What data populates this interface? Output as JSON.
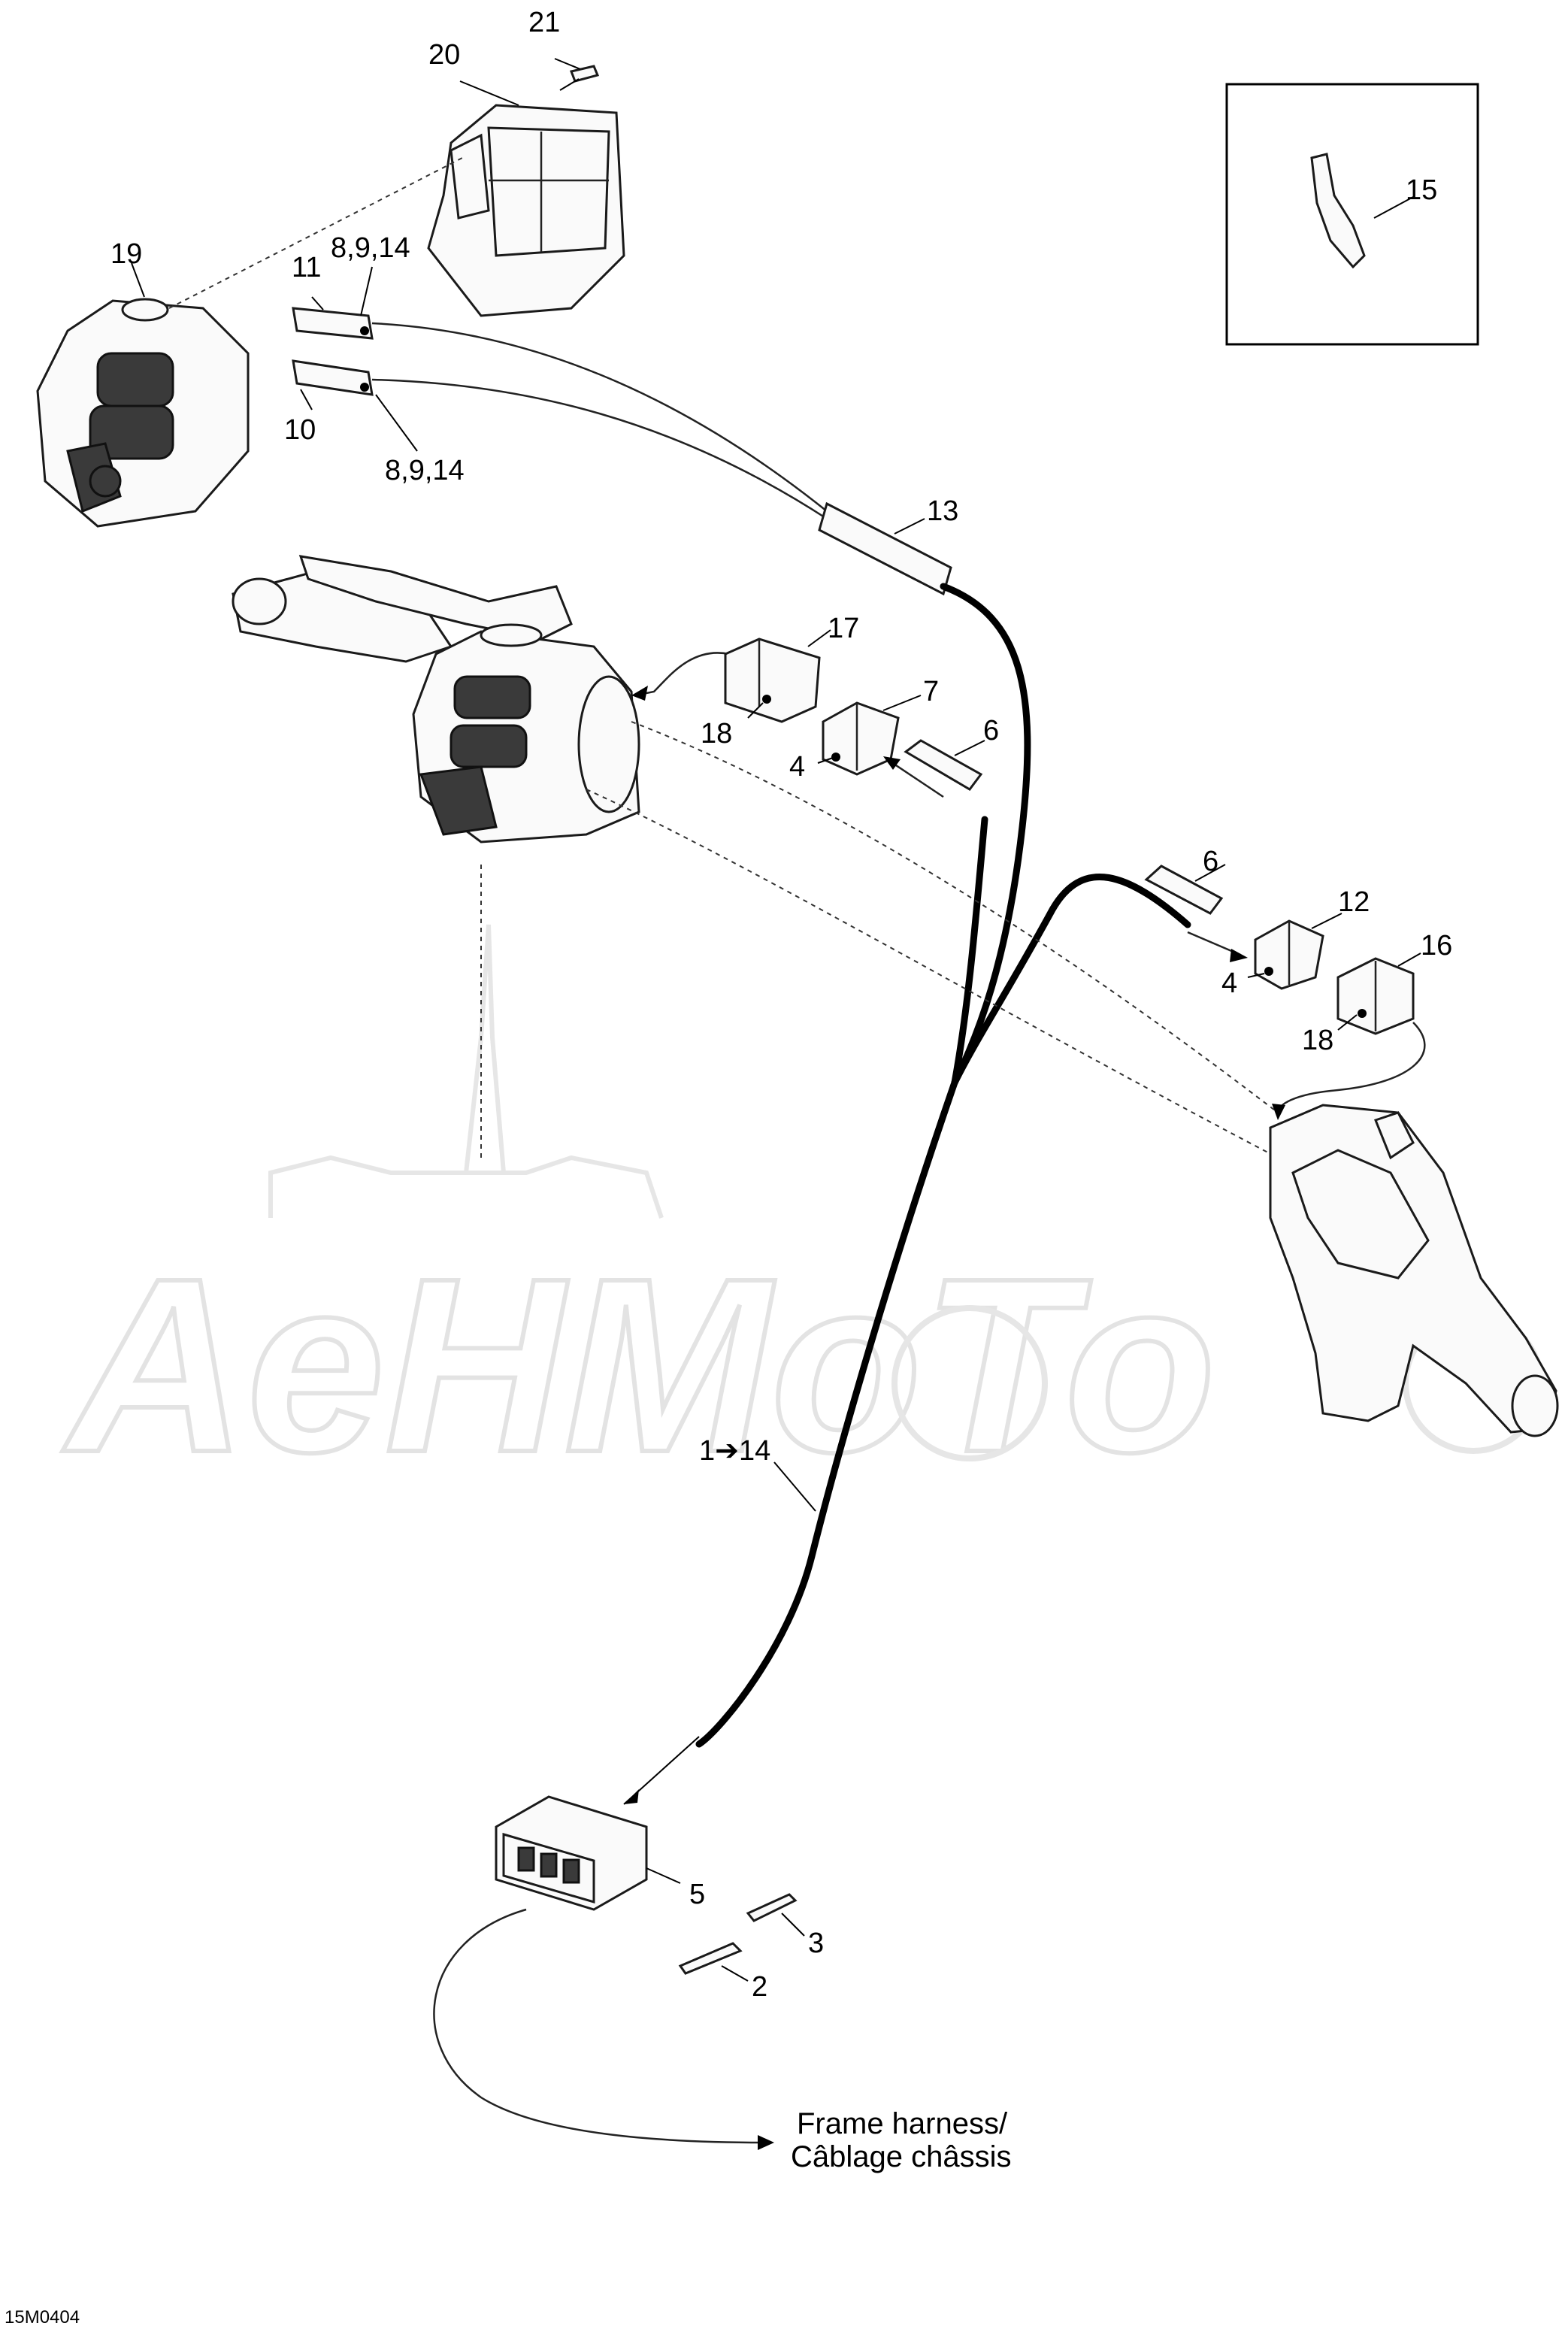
{
  "labels": {
    "l21": "21",
    "l20": "20",
    "l19": "19",
    "l11": "11",
    "l8914a": "8,9,14",
    "l10": "10",
    "l8914b": "8,9,14",
    "l15": "15",
    "l13": "13",
    "l17": "17",
    "l7": "7",
    "l18a": "18",
    "l4a": "4",
    "l6a": "6",
    "l6b": "6",
    "l12": "12",
    "l16": "16",
    "l4b": "4",
    "l18b": "18",
    "l1to14": "1➔14",
    "l5": "5",
    "l3": "3",
    "l2": "2"
  },
  "caption": {
    "line1": "Frame harness/",
    "line2": "Câblage châssis"
  },
  "watermark": "AeHMoTo",
  "diagram_code": "15M0404"
}
